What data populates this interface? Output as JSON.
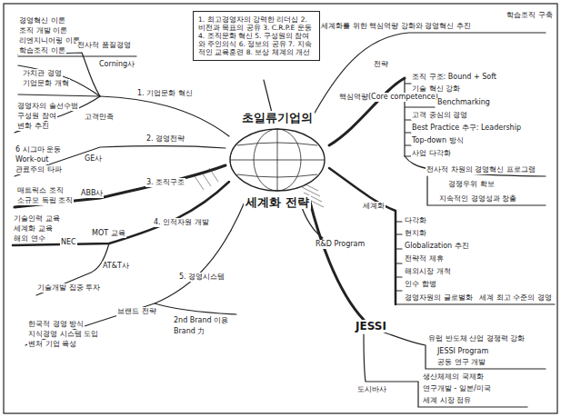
{
  "diagram": {
    "nodes": [
      {
        "text": [
          "초일류기업의",
          "세계화 전략"
        ]
      },
      {
        "text": [
          "1. 최고경영자의 강력한 리더십 2. 비전과 목표의 공유 3. C.R.P.E 운동 4. 조직문화 혁신 5. 구성원의 참여와 주인의식 6. 정보의 공유 7. 지속적인 교육훈련 8. 보상 체계의 개선"
        ]
      }
    ],
    "edges": [],
    "labels": [
      "경영혁신 이론",
      "조직 개발 이론",
      "리엔지니어링 이론",
      "학습조직 이론",
      "전사적 품질경영",
      "Corning사",
      "가치관 경영",
      "기업문화 개혁",
      "1. 기업문화 혁신",
      "경영자의 솔선수범",
      "구성원 참여",
      "변화 추진",
      "고객만족",
      "2. 경영전략",
      "6 시그마 운동",
      "Work-out",
      "관료주의 타파",
      "GE사",
      "3. 조직구조",
      "ABB사",
      "매트릭스 조직",
      "소규모 독립 조직",
      "4. 인적자원 개발",
      "기술인력 교육",
      "세계화 교육",
      "해외 연수",
      "NEC",
      "MOT 교육",
      "AT&T사",
      "5. 경영시스템",
      "기술개발 집중 투자",
      "브랜드 전략",
      "2nd Brand 이용",
      "Brand 力",
      "한국적 경영 방식",
      "지식경영 시스템 도입",
      "벤처 기업 육성",
      "학습조직 구축",
      "세계화를 위한 핵심역량 강화와 경영혁신 추진",
      "핵심역량(Core competence)",
      "전략",
      "조직 구조: Bound + Soft",
      "기술 혁신 강화",
      "Benchmarking",
      "고객 중심의 경영",
      "Best Practice 추구: Leadership",
      "Top-down 방식",
      "사업 다각화",
      "전사적 차원의 경영혁신 프로그램",
      "경쟁우위 확보",
      "지속적인 경영성과 창출",
      "세계화",
      "다각화",
      "현지화",
      "Globalization 추진",
      "전략적 제휴",
      "해외시장 개척",
      "인수 합병",
      "경영자원의 글로벌화",
      "세계 최고 수준의 경영",
      "R&D Program",
      "JESSI",
      "유럽 반도체 산업 경쟁력 강화",
      "JESSI Program",
      "공동 연구 개발",
      "도시바사",
      "생산체제의 국제화",
      "연구개발 - 일본/미국",
      "세계 시장 점유"
    ]
  }
}
